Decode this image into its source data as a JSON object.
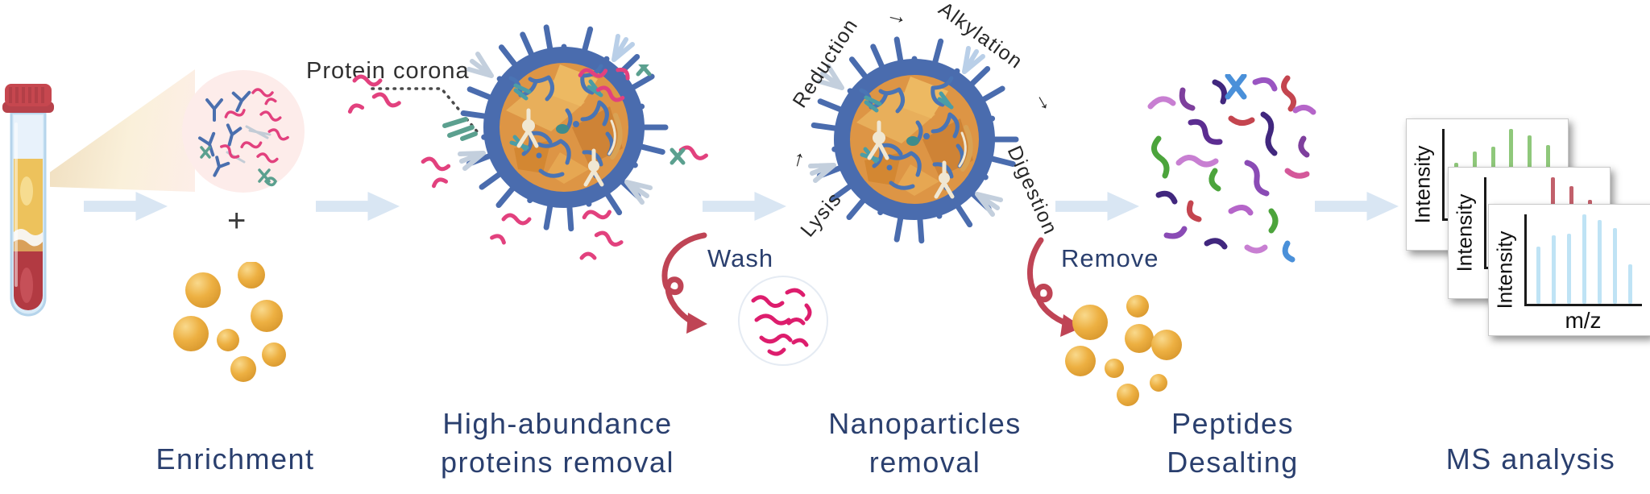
{
  "annotations": {
    "protein_corona": "Protein corona",
    "plus_sign": "+",
    "wash": "Wash",
    "remove": "Remove"
  },
  "particle_cycle": {
    "steps": [
      "Lysis",
      "Reduction",
      "Alkylation",
      "Digestion"
    ],
    "arrow_glyph": "→"
  },
  "step_labels": [
    {
      "lines": [
        "Enrichment"
      ]
    },
    {
      "lines": [
        "High-abundance",
        "proteins removal"
      ]
    },
    {
      "lines": [
        "Nanoparticles",
        "removal"
      ]
    },
    {
      "lines": [
        "Peptides",
        "Desalting"
      ]
    },
    {
      "lines": [
        "MS analysis"
      ]
    }
  ],
  "ms_spectra": {
    "cards": [
      {
        "ylabel": "Intensity",
        "xlabel": "",
        "color": "#8fc87b",
        "bars": [
          0.62,
          0.75,
          0.8,
          1.0,
          0.93,
          0.82
        ]
      },
      {
        "ylabel": "Intensity",
        "xlabel": "",
        "color": "#c2606b",
        "bars": [
          0.45,
          0.55,
          0.6,
          1.0,
          0.9,
          0.75
        ]
      },
      {
        "ylabel": "Intensity",
        "xlabel": "m/z",
        "color": "#bfe3f5",
        "bars": [
          0.64,
          0.77,
          0.78,
          1.0,
          0.94,
          0.85,
          0.44
        ]
      }
    ]
  },
  "palette": {
    "label_navy": "#2a3f6e",
    "annotation_dark": "#303030",
    "flow_arrow_blue": "#d9e6f3",
    "nanoparticle_ring_blue": "#4a6cae",
    "nanoparticle_core_orange": "#dd9545",
    "gold_particle": "#edb042",
    "pink_protein": "#e2417e",
    "curved_arrow_red": "#bf4455",
    "wash_pink": "#dd1d6d",
    "peptide_colors": [
      "#7e3f9d",
      "#41277e",
      "#c87fd2",
      "#9a55c2",
      "#4ca43c",
      "#4a90d9",
      "#c4454f",
      "#d4589a"
    ]
  }
}
